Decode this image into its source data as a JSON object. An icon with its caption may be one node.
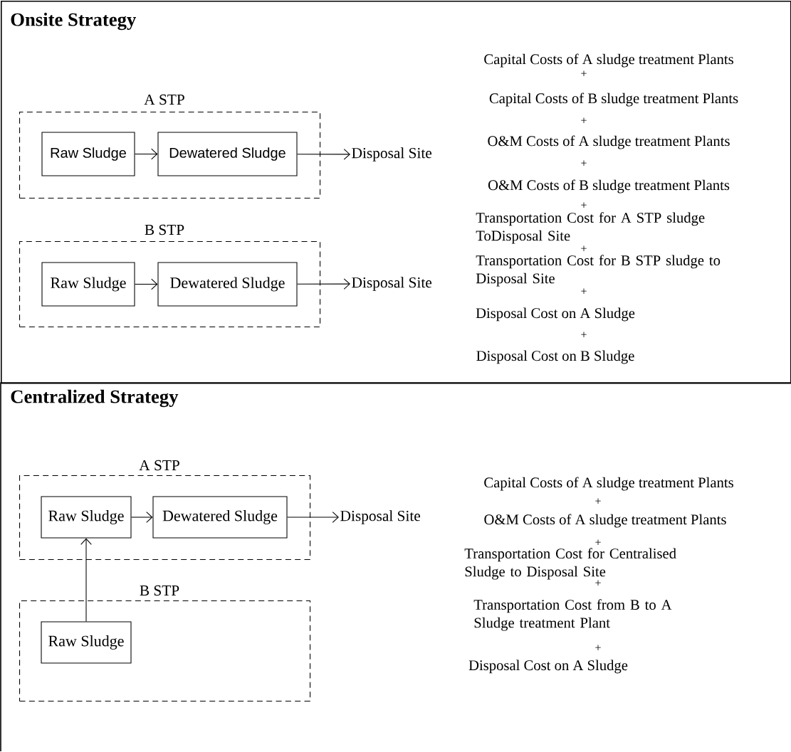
{
  "diagram": {
    "nodes": [
      {
        "text": [
          "Onsite Strategy"
        ]
      },
      {
        "text": [
          "A STP"
        ],
        "in": 0
      },
      {
        "text": [
          "Raw Sludge"
        ],
        "in": 1
      },
      {
        "text": [
          "Dewatered Sludge"
        ],
        "in": 1
      },
      {
        "text": [
          "Disposal Site"
        ],
        "in": 0
      },
      {
        "text": [
          "B STP"
        ],
        "in": 0
      },
      {
        "text": [
          "Raw Sludge"
        ],
        "in": 5
      },
      {
        "text": [
          "Dewatered Sludge"
        ],
        "in": 5
      },
      {
        "text": [
          "Disposal Site"
        ],
        "in": 0
      },
      {
        "text": [
          "Centralized Strategy"
        ]
      },
      {
        "text": [
          "A STP"
        ],
        "in": 9
      },
      {
        "text": [
          "Raw Sludge"
        ],
        "in": 10
      },
      {
        "text": [
          "Dewatered Sludge"
        ],
        "in": 10
      },
      {
        "text": [
          "Disposal Site"
        ],
        "in": 9
      },
      {
        "text": [
          "B STP"
        ],
        "in": 9
      },
      {
        "text": [
          "Raw Sludge"
        ],
        "in": 14
      }
    ],
    "edges": [
      {
        "from": 2,
        "to": 3,
        "arrow": "to"
      },
      {
        "from": 3,
        "to": 4,
        "arrow": "to"
      },
      {
        "from": 6,
        "to": 7,
        "arrow": "to"
      },
      {
        "from": 7,
        "to": 8,
        "arrow": "to"
      },
      {
        "from": 11,
        "to": 12,
        "arrow": "to"
      },
      {
        "from": 12,
        "to": 13,
        "arrow": "to"
      },
      {
        "from": 15,
        "to": 11,
        "arrow": "to"
      }
    ],
    "labels": [
      "Capital Costs of A sludge treatment Plants",
      "+",
      "Capital Costs of B sludge treatment Plants",
      "+",
      "O&M Costs of A sludge treatment Plants",
      "+",
      "O&M Costs of B sludge treatment Plants",
      "+",
      "Transportation Cost for A STP sludge ToDisposal Site",
      "+",
      "Transportation Cost for B STP sludge to Disposal Site",
      "+",
      "Disposal Cost on A Sludge",
      "+",
      "Disposal Cost on B Sludge",
      "Capital Costs of A sludge treatment Plants",
      "+",
      "O&M Costs of A sludge treatment Plants",
      "+",
      "Transportation Cost for Centralised Sludge to Disposal Site",
      "+",
      "Transportation Cost from B to A Sludge treatment Plant",
      "+",
      "Disposal Cost on A Sludge"
    ]
  }
}
